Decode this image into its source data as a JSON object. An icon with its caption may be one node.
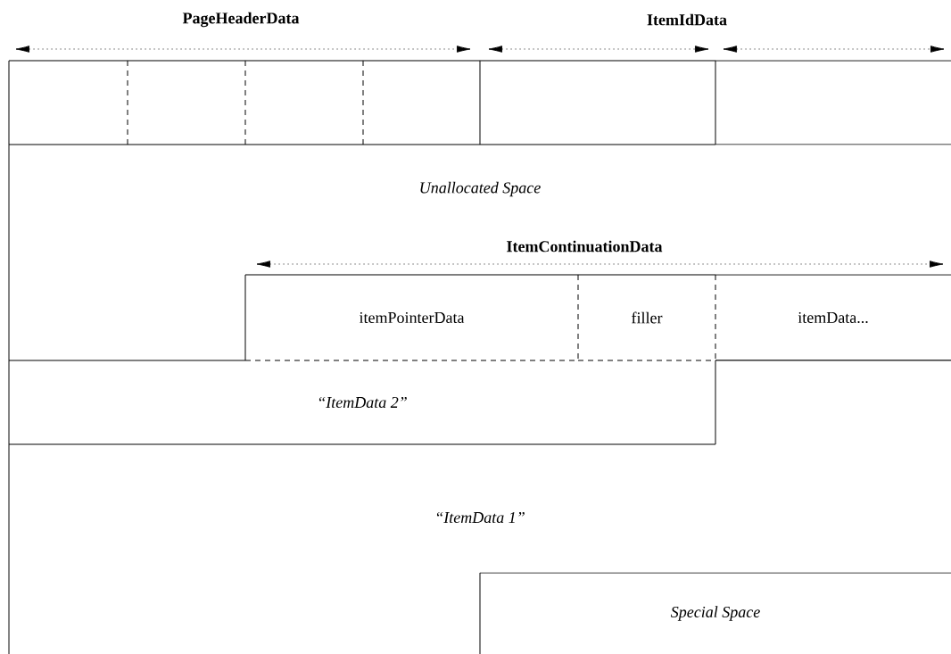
{
  "diagram": {
    "nodes": [
      {
        "text": [],
        "shape": "box"
      },
      {
        "text": [],
        "shape": "box"
      },
      {
        "text": [],
        "shape": "box"
      },
      {
        "text": [],
        "shape": "box"
      },
      {
        "text": [],
        "shape": "box"
      },
      {
        "text": [],
        "shape": "box"
      },
      {
        "text": [
          "itemPointerData"
        ]
      },
      {
        "text": [
          "filler"
        ]
      },
      {
        "text": [
          "itemData..."
        ]
      },
      {
        "text": [
          "“ItemData 2”"
        ]
      },
      {
        "text": [
          "Special Space"
        ]
      }
    ],
    "labels": [
      "PageHeaderData",
      "ItemIdData",
      "Unallocated Space",
      "ItemContinuationData",
      "“ItemData 1”"
    ]
  }
}
